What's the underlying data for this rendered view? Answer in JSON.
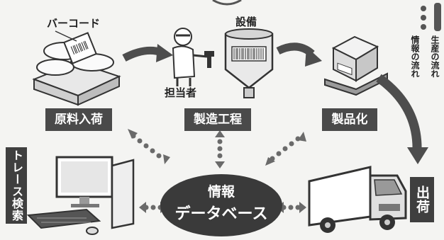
{
  "labels": {
    "barcode": "バーコード",
    "equipment": "設備",
    "operator": "担当者",
    "raw_arrival": "原料入荷",
    "manufacturing": "製造工程",
    "productization": "製品化",
    "trace_search": "トレース検索",
    "shipping": "出荷",
    "database_line1": "情報",
    "database_line2": "データベース"
  },
  "legend": {
    "production_flow": "生産の流れ",
    "info_flow": "情報の流れ"
  },
  "colors": {
    "arrow": "#4d4d4d",
    "label_box": "#4a4a4a",
    "database": "#3a3a3a",
    "dot_arrow": "#6a6a6a"
  }
}
